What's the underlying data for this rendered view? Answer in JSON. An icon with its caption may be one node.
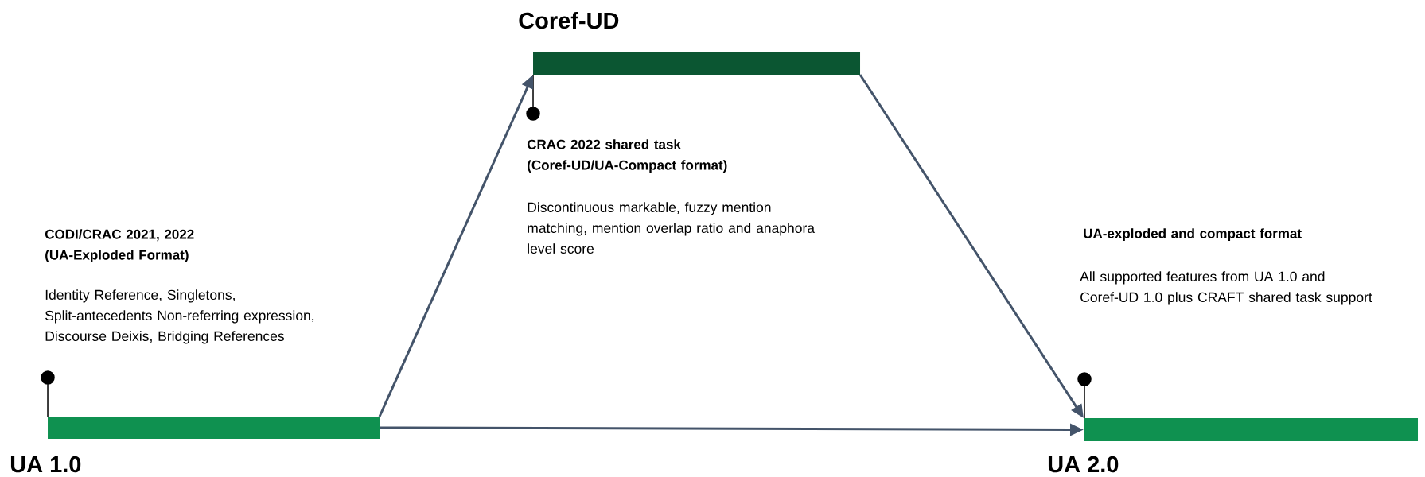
{
  "diagram": {
    "nodes": [
      {
        "text": [
          "CODI/CRAC 2021, 2022 (UA-Exploded Format)",
          "Identity Reference, Singletons, Split-antecedents Non-referring expression, Discourse Deixis, Bridging References",
          "UA 1.0"
        ]
      },
      {
        "text": [
          "Coref-UD",
          "CRAC 2022 shared task (Coref-UD/UA-Compact format)",
          "Discontinuous markable, fuzzy mention matching, mention overlap ratio and anaphora level score"
        ]
      },
      {
        "text": [
          "UA-exploded and compact format",
          "All supported features from UA 1.0 and Coref-UD 1.0 plus CRAFT shared task support",
          "UA 2.0"
        ]
      }
    ],
    "edges": [
      {
        "from": 0,
        "to": 1,
        "arrow": "to"
      },
      {
        "from": 1,
        "to": 2,
        "arrow": "to"
      },
      {
        "from": 0,
        "to": 2,
        "arrow": "to"
      }
    ]
  }
}
